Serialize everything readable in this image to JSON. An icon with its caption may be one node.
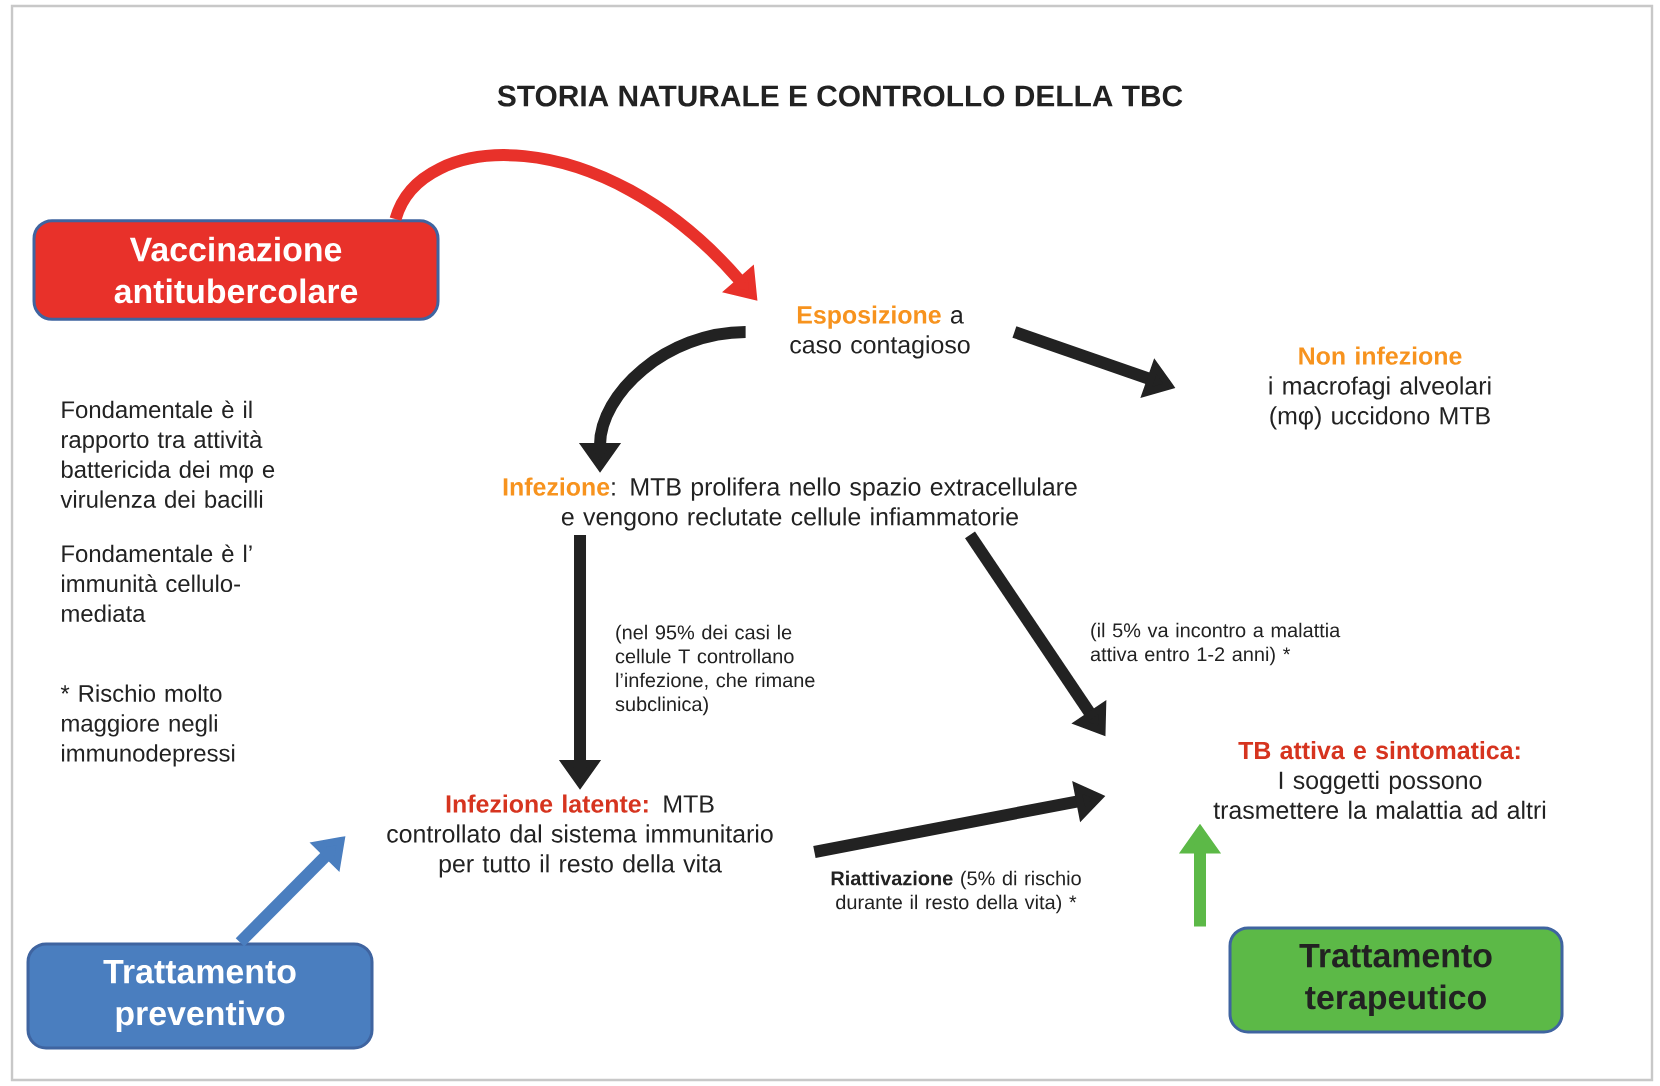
{
  "diagram": {
    "title": "STORIA NATURALE E CONTROLLO  DELLA TBC",
    "nodes": [
      {
        "text": [
          "Vaccinazione antitubercolare"
        ]
      },
      {
        "text": [
          "Esposizione",
          "a caso contagioso"
        ]
      },
      {
        "text": [
          "Non infezione",
          "i macrofagi alveolari (mφ) uccidono MTB"
        ]
      },
      {
        "text": [
          "Infezione",
          ": MTB prolifera nello spazio extracellulare e vengono reclutate cellule infiammatorie"
        ]
      },
      {
        "text": [
          "Infezione latente:",
          "MTB controllato dal sistema immunitario per tutto il resto della vita"
        ]
      },
      {
        "text": [
          "TB attiva e sintomatica:",
          "I soggetti possono trasmettere la malattia ad altri"
        ]
      },
      {
        "text": [
          "Trattamento preventivo"
        ]
      },
      {
        "text": [
          "Trattamento terapeutico"
        ]
      }
    ],
    "edges": [
      {
        "from": 0,
        "to": 1,
        "arrow": "to",
        "color": "#e8312a"
      },
      {
        "from": 1,
        "to": 3,
        "arrow": "to"
      },
      {
        "from": 1,
        "to": 2,
        "arrow": "to"
      },
      {
        "from": 3,
        "to": 4,
        "arrow": "to",
        "label": "(nel 95% dei casi le cellule T controllano l’infezione, che rimane subclinica)"
      },
      {
        "from": 3,
        "to": 5,
        "arrow": "to",
        "label": "(il 5% va incontro a malattia attiva entro 1-2 anni) *"
      },
      {
        "from": 4,
        "to": 5,
        "arrow": "to",
        "label": "**Riattivazione** (5% di rischio durante il resto della vita) *"
      },
      {
        "from": 6,
        "to": 4,
        "arrow": "to",
        "color": "#4a7ebf"
      },
      {
        "from": 7,
        "to": 5,
        "arrow": "to",
        "color": "#5cb947"
      }
    ],
    "labels": [
      "Fondamentale è il rapporto tra attività battericida dei mφ e virulenza dei bacilli",
      "Fondamentale è l’ immunità cellulo-mediata",
      "* Rischio molto maggiore negli immunodepressi"
    ]
  }
}
